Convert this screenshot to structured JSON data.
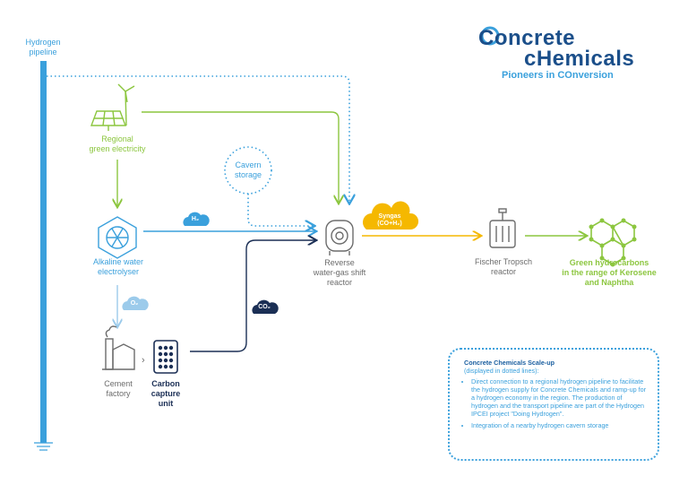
{
  "logo": {
    "line1": "Concrete",
    "line2": "cHemicals",
    "tagline": "Pioneers in COnversion"
  },
  "nodes": {
    "pipeline": "Hydrogen\npipeline",
    "electricity": "Regional\ngreen electricity",
    "cavern": "Cavern\nstorage",
    "electrolyser": "Alkaline water\nelectrolyser",
    "rwgs": "Reverse\nwater-gas shift\nreactor",
    "fischer": "Fischer Tropsch\nreactor",
    "hydrocarbons": "Green hydrocarbons\nin the range of Kerosene\nand Naphtha",
    "cement": "Cement\nfactory",
    "carbon": "Carbon\ncapture\nunit"
  },
  "clouds": {
    "h2": "H₂",
    "o2": "O₂",
    "co2": "CO₂",
    "syngas": "Syngas\n(CO+H₂)"
  },
  "legend": {
    "title": "Concrete Chemicals Scale-up",
    "subtitle": "(displayed in dotted lines):",
    "items": [
      "Direct connection to a regional hydrogen pipeline to facilitate the hydrogen supply for Concrete Chemicals and ramp-up for a hydrogen economy in the region. The production of hydrogen and the transport pipeline are part of the Hydrogen IPCEI project \"Doing Hydrogen\".",
      "Integration of a nearby hydrogen cavern storage"
    ]
  },
  "colors": {
    "green": "#8cc63f",
    "blue": "#3aa0dc",
    "navy": "#1b2f55",
    "yellow": "#f5b800",
    "grey": "#6b6b6b"
  }
}
